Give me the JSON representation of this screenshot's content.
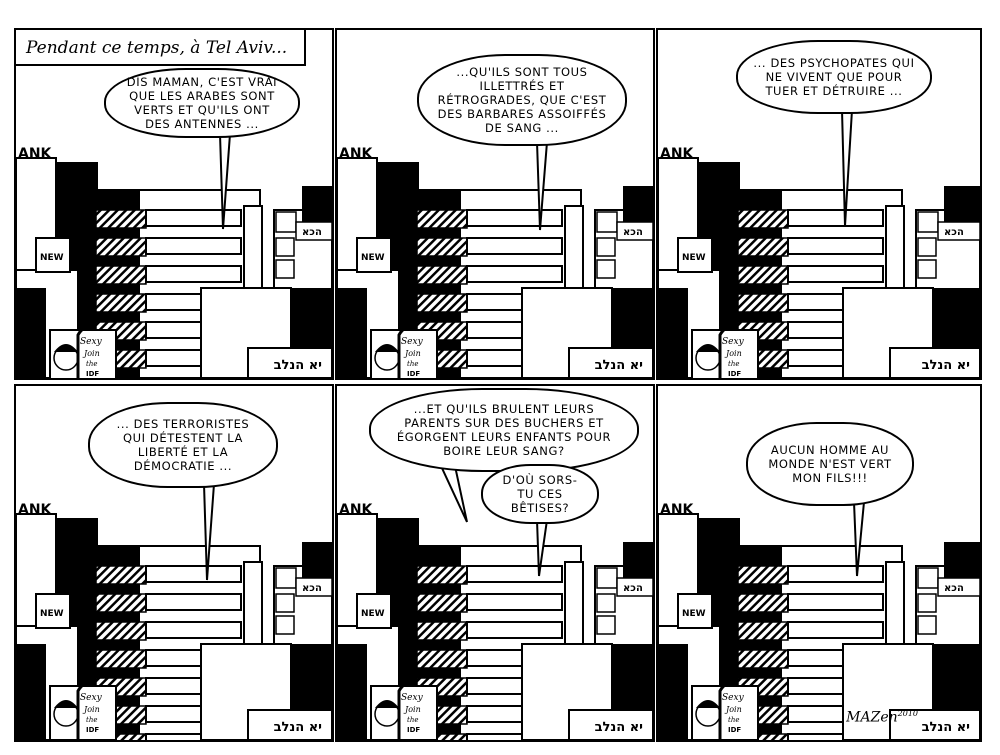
{
  "caption": "Pendant ce temps, à Tel Aviv...",
  "panels": [
    {
      "bubbles": [
        "DIS MAMAN, C'EST VRAI QUE LES ARABES SONT VERTS ET QU'ILS ONT DES ANTENNES ..."
      ]
    },
    {
      "bubbles": [
        "...QU'ILS SONT TOUS ILLETTRÉS ET RÉTROGRADES, QUE C'EST DES BARBARES ASSOIFFÉS DE SANG ..."
      ]
    },
    {
      "bubbles": [
        "... DES PSYCHOPATES QUI NE VIVENT QUE POUR TUER ET DÉTRUIRE ..."
      ]
    },
    {
      "bubbles": [
        "... DES TERRORISTES QUI DÉTESTENT LA LIBERTÉ ET LA DÉMOCRATIE ..."
      ]
    },
    {
      "bubbles": [
        "...ET QU'ILS BRULENT LEURS PARENTS SUR DES BUCHERS ET ÉGORGENT LEURS ENFANTS POUR BOIRE LEUR SANG?",
        "D'OÙ SORS-TU CES BÊTISES?"
      ]
    },
    {
      "bubbles": [
        "AUCUN HOMME AU MONDE N'EST VERT MON FILS!!!"
      ]
    }
  ],
  "scene_signs": {
    "bank": "ANK",
    "new": "NEW",
    "poster_line1": "Sexy",
    "poster_line2": "Join",
    "poster_line3": "the",
    "poster_line4": "IDF",
    "hebrew_banner": "יא הנלב",
    "hebrew_side": "הכא"
  },
  "signature": {
    "name": "MAZen",
    "year": "2010"
  }
}
